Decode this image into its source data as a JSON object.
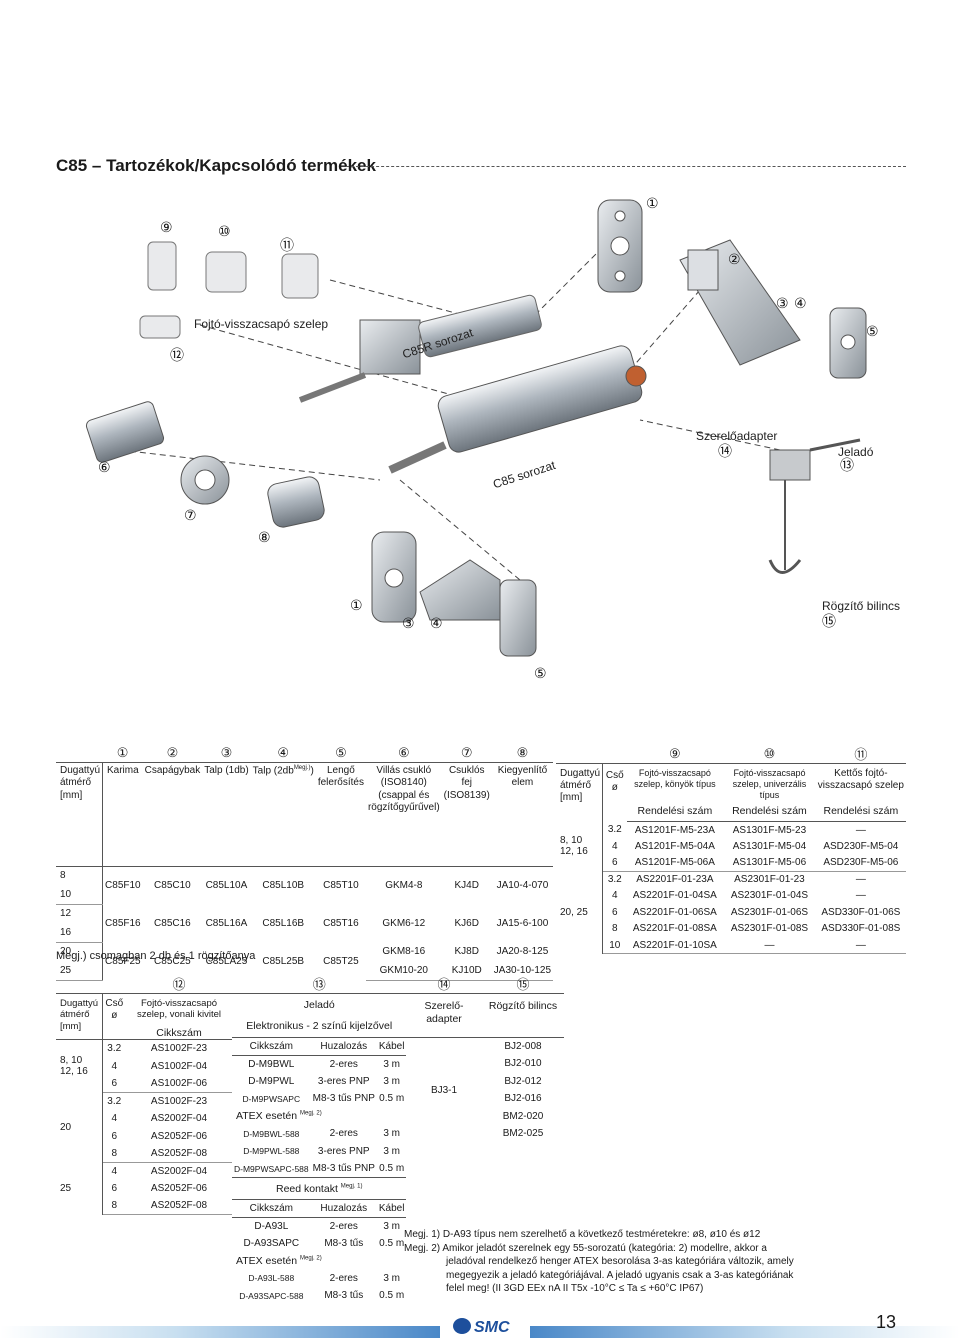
{
  "title": "C85 – Tartozékok/Kapcsolódó termékek",
  "illustration": {
    "callouts": [
      "⑨",
      "⑩",
      "⑪",
      "⑫",
      "①",
      "②",
      "③",
      "④",
      "⑤",
      "⑥",
      "⑦",
      "⑧",
      "⑭",
      "⑬",
      "①",
      "③",
      "④",
      "⑮",
      "⑤"
    ],
    "labels": {
      "fojto": "Fojtó-visszacsapó szelep",
      "c85r": "C85R sorozat",
      "c85": "C85 sorozat",
      "adapter": "Szerelőadapter",
      "jelado": "Jeladó",
      "bilincs": "Rögzítő bilincs"
    }
  },
  "table1": {
    "nums": [
      "①",
      "②",
      "③",
      "④",
      "⑤",
      "⑥",
      "⑦",
      "⑧"
    ],
    "bore_header": "Dugattyú átmérő [mm]",
    "headers": [
      "Karima",
      "Csapágybak",
      "Talp (1db)",
      "Talp (2db",
      "Lengő felerősítés",
      "Villás csukló (ISO8140) (csappal és rögzítőgyűrűvel)",
      "Csuklós fej (ISO8139)",
      "Kiegyenlítő elem"
    ],
    "talp2_sup": "Megj.)",
    "talp2_close": ")",
    "groups": [
      {
        "bores": [
          "8",
          "10"
        ],
        "karima": "C85F10",
        "csapagybak": "C85C10",
        "talp1": "C85L10A",
        "talp2": "C85L10B",
        "lengo": "C85T10",
        "villas": [
          "GKM4-8"
        ],
        "csuklos": [
          "KJ4D"
        ],
        "kieg": [
          "JA10-4-070"
        ]
      },
      {
        "bores": [
          "12",
          "16"
        ],
        "karima": "C85F16",
        "csapagybak": "C85C16",
        "talp1": "C85L16A",
        "talp2": "C85L16B",
        "lengo": "C85T16",
        "villas": [
          "GKM6-12"
        ],
        "csuklos": [
          "KJ6D"
        ],
        "kieg": [
          "JA15-6-100"
        ]
      },
      {
        "bores": [
          "20",
          "25"
        ],
        "karima": "C85F25",
        "csapagybak": "C85C25",
        "talp1": "C85LA25",
        "talp2": "C85L25B",
        "lengo": "C85T25",
        "villas": [
          "GKM8-16",
          "GKM10-20"
        ],
        "csuklos": [
          "KJ8D",
          "KJ10D"
        ],
        "kieg": [
          "JA20-8-125",
          "JA30-10-125"
        ]
      }
    ],
    "note": "Megj.) csomagban 2 db és 1 rögzítőanya"
  },
  "table2": {
    "nums": [
      "⑨",
      "⑩",
      "⑪"
    ],
    "bore_header": "Dugattyú átmérő [mm]",
    "tube_header": "Cső ø",
    "col_heads": [
      "Fojtó-visszacsapó szelep, könyök típus",
      "Fojtó-visszacsapó szelep, univerzális típus",
      "Kettős fojtó-visszacsapó szelep"
    ],
    "rendelesi": "Rendelési szám",
    "groups": [
      {
        "bore": "8, 10\n12, 16",
        "rows": [
          [
            "3.2",
            "AS1201F-M5-23A",
            "AS1301F-M5-23",
            "—"
          ],
          [
            "4",
            "AS1201F-M5-04A",
            "AS1301F-M5-04",
            "ASD230F-M5-04"
          ],
          [
            "6",
            "AS1201F-M5-06A",
            "AS1301F-M5-06",
            "ASD230F-M5-06"
          ]
        ]
      },
      {
        "bore": "20, 25",
        "rows": [
          [
            "3.2",
            "AS2201F-01-23A",
            "AS2301F-01-23",
            "—"
          ],
          [
            "4",
            "AS2201F-01-04SA",
            "AS2301F-01-04S",
            "—"
          ],
          [
            "6",
            "AS2201F-01-06SA",
            "AS2301F-01-06S",
            "ASD330F-01-06S"
          ],
          [
            "8",
            "AS2201F-01-08SA",
            "AS2301F-01-08S",
            "ASD330F-01-08S"
          ],
          [
            "10",
            "AS2201F-01-10SA",
            "—",
            "—"
          ]
        ]
      }
    ]
  },
  "table3": {
    "num": "⑫",
    "bore_header": "Dugattyú átmérő [mm]",
    "tube_header": "Cső ø",
    "col_head": "Fojtó-visszacsapó szelep, vonali kivitel",
    "cikkszam": "Cikkszám",
    "groups": [
      {
        "bore": "8, 10\n12, 16",
        "rows": [
          [
            "3.2",
            "AS1002F-23"
          ],
          [
            "4",
            "AS1002F-04"
          ],
          [
            "6",
            "AS1002F-06"
          ]
        ]
      },
      {
        "bore": "20",
        "rows": [
          [
            "3.2",
            "AS1002F-23"
          ],
          [
            "4",
            "AS2002F-04"
          ],
          [
            "6",
            "AS2052F-06"
          ],
          [
            "8",
            "AS2052F-08"
          ]
        ]
      },
      {
        "bore": "25",
        "rows": [
          [
            "4",
            "AS2002F-04"
          ],
          [
            "6",
            "AS2052F-06"
          ],
          [
            "8",
            "AS2052F-08"
          ]
        ]
      }
    ]
  },
  "table4": {
    "num": "⑬",
    "head1": "Jeladó",
    "head2": "Elektronikus - 2 színű kijelzővel",
    "cols": [
      "Cikkszám",
      "Huzalozás",
      "Kábel"
    ],
    "rows_a": [
      [
        "D-M9BWL",
        "2-eres",
        "3 m"
      ],
      [
        "D-M9PWL",
        "3-eres PNP",
        "3 m"
      ],
      [
        "D-M9PWSAPC",
        "M8-3 tűs PNP",
        "0.5 m"
      ]
    ],
    "atex": "ATEX esetén",
    "atex_sup": "Megj. 2)",
    "rows_b": [
      [
        "D-M9BWL-588",
        "2-eres",
        "3 m"
      ],
      [
        "D-M9PWL-588",
        "3-eres PNP",
        "3 m"
      ],
      [
        "D-M9PWSAPC-588",
        "M8-3 tűs PNP",
        "0.5 m"
      ]
    ],
    "reed": "Reed kontakt",
    "reed_sup": "Megj. 1)",
    "rows_c": [
      [
        "D-A93L",
        "2-eres",
        "3 m"
      ],
      [
        "D-A93SAPC",
        "M8-3 tűs",
        "0.5 m"
      ]
    ],
    "rows_d": [
      [
        "D-A93L-588",
        "2-eres",
        "3 m"
      ],
      [
        "D-A93SAPC-588",
        "M8-3 tűs",
        "0.5 m"
      ]
    ]
  },
  "table5": {
    "nums": [
      "⑭",
      "⑮"
    ],
    "head_a": "Szerelő-adapter",
    "head_b": "Rögzítő bilincs",
    "adapter": "BJ3-1",
    "bilincs": [
      "BJ2-008",
      "BJ2-010",
      "BJ2-012",
      "BJ2-016",
      "BM2-020",
      "BM2-025"
    ]
  },
  "notes": [
    "Megj. 1) D-A93 típus nem szerelhető a következő testméretekre: ø8, ø10 és ø12",
    "Megj. 2) Amikor jeladót szerelnek egy 55-sorozatú (kategória: 2) modellre, akkor a",
    "jeladóval rendelkező henger ATEX besorolása 3-as kategóriára változik, amely",
    "megegyezik a jeladó kategóriájával. A jeladó ugyanis csak a 3-as kategóriának",
    "felel meg! (II 3GD EEx nA II T5x -10°C ≤ Ta ≤ +60°C IP67)"
  ],
  "logo": "SMC",
  "page_number": "13",
  "colors": {
    "accent": "#2a6cb5",
    "rule": "#555555"
  }
}
